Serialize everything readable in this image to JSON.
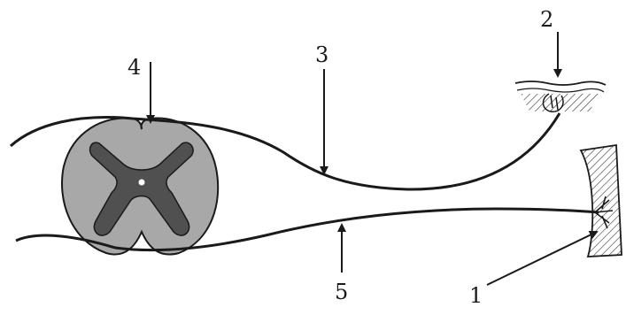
{
  "diagram": {
    "labels": [
      {
        "id": "1",
        "text": "1"
      },
      {
        "id": "2",
        "text": "2"
      },
      {
        "id": "3",
        "text": "3"
      },
      {
        "id": "4",
        "text": "4"
      },
      {
        "id": "5",
        "text": "5"
      }
    ]
  },
  "colors": {
    "ink": "#1a1a1a",
    "white_matter": "#a8a8a8",
    "grey_matter": "#505050",
    "paper": "#ffffff"
  }
}
